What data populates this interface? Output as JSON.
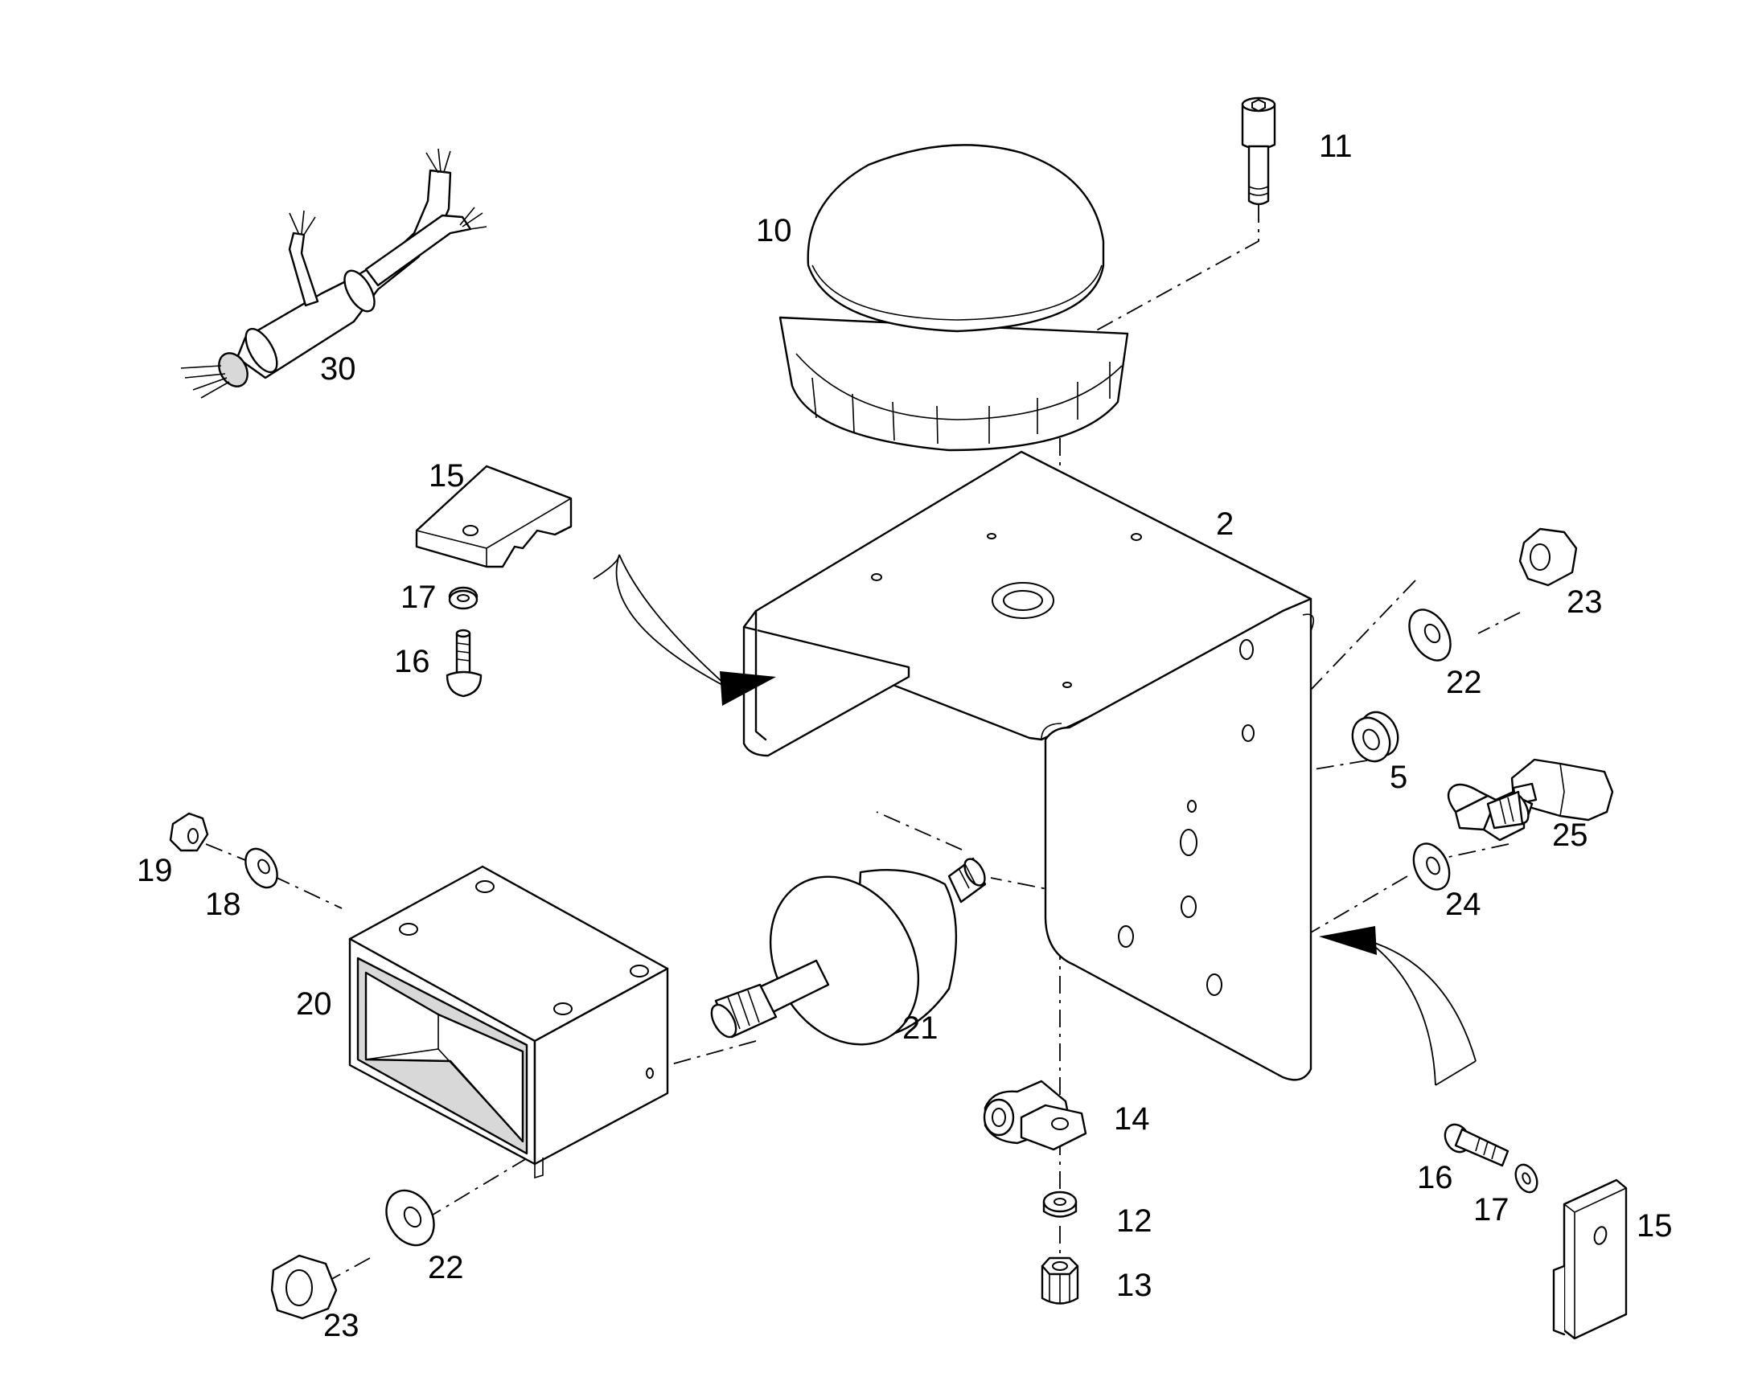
{
  "diagram": {
    "callouts": {
      "c2": "2",
      "c5": "5",
      "c10": "10",
      "c11": "11",
      "c12": "12",
      "c13": "13",
      "c14": "14",
      "c15a": "15",
      "c15b": "15",
      "c16a": "16",
      "c16b": "16",
      "c17a": "17",
      "c17b": "17",
      "c18": "18",
      "c19": "19",
      "c20": "20",
      "c21": "21",
      "c22a": "22",
      "c22b": "22",
      "c23a": "23",
      "c23b": "23",
      "c24": "24",
      "c25": "25",
      "c30": "30"
    }
  }
}
